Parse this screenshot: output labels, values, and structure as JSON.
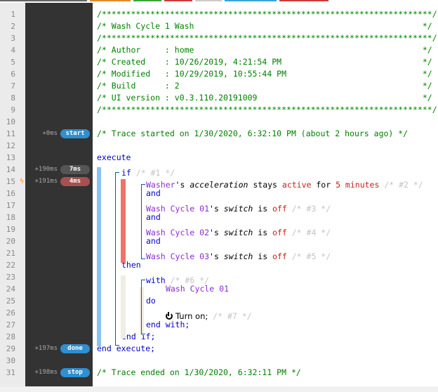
{
  "colors": {
    "topbar": [
      "#666666",
      "#e08a2e",
      "#3fa33f",
      "#cc3b3b",
      "#cccccc",
      "#38a7d8",
      "#cc3b3b"
    ],
    "badge_start": "#2f8fcf",
    "badge_dark": "#555555",
    "badge_red": "#a85050"
  },
  "lines": [
    {
      "n": "1",
      "text": "/********************************************************************/"
    },
    {
      "n": "2",
      "text": "/* Wash Cycle 1 Wash                                               */"
    },
    {
      "n": "3",
      "text": "/********************************************************************/"
    },
    {
      "n": "4",
      "text": "/* Author     : home                                               */"
    },
    {
      "n": "5",
      "text": "/* Created    : 10/26/2019, 4:21:54 PM                             */"
    },
    {
      "n": "6",
      "text": "/* Modified   : 10/29/2019, 10:55:44 PM                            */"
    },
    {
      "n": "7",
      "text": "/* Build      : 2                                                  */"
    },
    {
      "n": "8",
      "text": "/* UI version : v0.3.110.20191009                                  */"
    },
    {
      "n": "9",
      "text": "/********************************************************************/"
    },
    {
      "n": "10",
      "text": ""
    },
    {
      "n": "11",
      "text": "/* Trace started on 1/30/2020, 6:32:10 PM (about 2 hours ago) */"
    },
    {
      "n": "12",
      "text": ""
    },
    {
      "n": "13",
      "text": "execute"
    },
    {
      "n": "14",
      "text": ""
    },
    {
      "n": "15",
      "text": ""
    },
    {
      "n": "16",
      "text": "and"
    },
    {
      "n": "17",
      "text": ""
    },
    {
      "n": "18",
      "text": "and"
    },
    {
      "n": "19",
      "text": ""
    },
    {
      "n": "20",
      "text": "and"
    },
    {
      "n": "21",
      "text": ""
    },
    {
      "n": "22",
      "text": "then"
    },
    {
      "n": "23",
      "text": ""
    },
    {
      "n": "24",
      "text": "Wash Cycle 01"
    },
    {
      "n": "25",
      "text": "do"
    },
    {
      "n": "26",
      "text": ""
    },
    {
      "n": "27",
      "text": "end with;"
    },
    {
      "n": "28",
      "text": "end if;"
    },
    {
      "n": "29",
      "text": "end execute;"
    },
    {
      "n": "30",
      "text": ""
    },
    {
      "n": "31",
      "text": "/* Trace ended on 1/30/2020, 6:32:11 PM */"
    }
  ],
  "timings": {
    "l11": {
      "ms": "+0ms",
      "badge": "start"
    },
    "l14": {
      "ms": "+190ms",
      "badge": "7ms"
    },
    "l15": {
      "ms": "+191ms",
      "badge": "4ms"
    },
    "l29": {
      "ms": "+197ms",
      "badge": "done"
    },
    "l31": {
      "ms": "+198ms",
      "badge": "stop"
    }
  },
  "stmt": {
    "if_kw": "if",
    "if_c": "/* #1 */",
    "c1_dev": "Washer",
    "c1_s": "'s ",
    "c1_attr": "acceleration",
    "c1_op": " stays ",
    "c1_val": "active",
    "c1_for": " for ",
    "c1_num": "5",
    "c1_unit": " minutes",
    "c1_c": " /* #2 */",
    "c2_dev": "Wash Cycle 01",
    "c2_s": "'s ",
    "c2_attr": "switch",
    "c2_op": " is ",
    "c2_val": "off",
    "c2_c": " /* #3 */",
    "c3_dev": "Wash Cycle 02",
    "c3_s": "'s ",
    "c3_attr": "switch",
    "c3_op": " is ",
    "c3_val": "off",
    "c3_c": " /* #4 */",
    "c4_dev": "Wash Cycle 03",
    "c4_s": "'s ",
    "c4_attr": "switch",
    "c4_op": " is ",
    "c4_val": "off",
    "c4_c": " /* #5 */",
    "with_kw": "with",
    "with_c": " /* #6 */",
    "turn": "Turn on;",
    "turn_c": " /* #7 */"
  }
}
